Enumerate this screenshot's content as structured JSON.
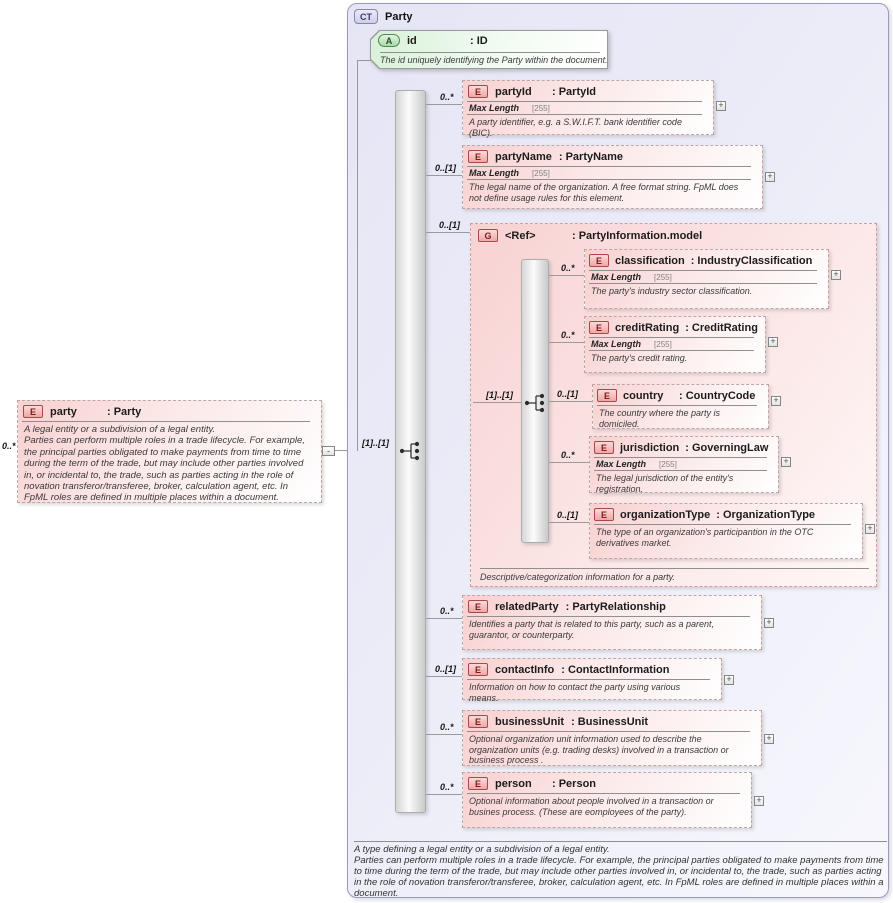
{
  "icons": {
    "expand_glyph": "+",
    "collapse_glyph": "-",
    "sequence": "sequence-compositor-icon"
  },
  "colors": {
    "container_lavender": "#e8e8f6",
    "element_pink": "#f8d0d0",
    "attribute_green": "#d9f0d9",
    "badge_border_red": "#a84848",
    "line_gray": "#9a9a9a"
  },
  "left_element": {
    "cardinality": "0..*",
    "badge": "E",
    "name": "party",
    "type": ": Party",
    "desc_line1": "A legal entity or a subdivision of a legal entity.",
    "desc_rest": "Parties can perform multiple roles in a trade lifecycle. For example, the principal parties obligated to make payments from time to time during the term of the trade, but may include other parties involved in, or incidental to, the trade, such as parties acting in the role of novation transferor/transferee, broker, calculation agent, etc. In FpML roles are defined in multiple places within a document."
  },
  "complex_type": {
    "badge": "CT",
    "title": "Party",
    "model_cardinality": "[1]..[1]",
    "attribute": {
      "badge": "A",
      "name": "id",
      "type": ": ID",
      "description": "The id uniquely identifying the Party within the document."
    },
    "children": {
      "partyId": {
        "cardinality": "0..*",
        "badge": "E",
        "name": "partyId",
        "type": ": PartyId",
        "facet_label": "Max Length",
        "facet_value": "[255]",
        "description": "A party identifier, e.g. a S.W.I.F.T. bank identifier code (BIC)."
      },
      "partyName": {
        "cardinality": "0..[1]",
        "badge": "E",
        "name": "partyName",
        "type": ": PartyName",
        "facet_label": "Max Length",
        "facet_value": "[255]",
        "description": "The legal name of the organization. A free format string. FpML does not define usage rules for this element."
      },
      "relatedParty": {
        "cardinality": "0..*",
        "badge": "E",
        "name": "relatedParty",
        "type": ": PartyRelationship",
        "description": "Identifies a party that is related to this party, such as a parent, guarantor, or counterparty."
      },
      "contactInfo": {
        "cardinality": "0..[1]",
        "badge": "E",
        "name": "contactInfo",
        "type": ": ContactInformation",
        "description": "Information on how to contact the party using various means."
      },
      "businessUnit": {
        "cardinality": "0..*",
        "badge": "E",
        "name": "businessUnit",
        "type": ": BusinessUnit",
        "description": "Optional organization unit information used to describe the organization units (e.g. trading desks) involved in a transaction or business process ."
      },
      "person": {
        "cardinality": "0..*",
        "badge": "E",
        "name": "person",
        "type": ": Person",
        "description": "Optional information about people involved in a transaction or busines process. (These are eomployees of the party)."
      }
    },
    "group": {
      "cardinality": "0..[1]",
      "badge": "G",
      "name": "<Ref>",
      "type": ": PartyInformation.model",
      "model_cardinality": "[1]..[1]",
      "footer": "Descriptive/categorization information for a party.",
      "children": {
        "classification": {
          "cardinality": "0..*",
          "badge": "E",
          "name": "classification",
          "type": ": IndustryClassification",
          "facet_label": "Max Length",
          "facet_value": "[255]",
          "description": "The party's industry sector classification."
        },
        "creditRating": {
          "cardinality": "0..*",
          "badge": "E",
          "name": "creditRating",
          "type": ": CreditRating",
          "facet_label": "Max Length",
          "facet_value": "[255]",
          "description": "The party's credit rating."
        },
        "country": {
          "cardinality": "0..[1]",
          "badge": "E",
          "name": "country",
          "type": ": CountryCode",
          "description": "The country where the party is domiciled."
        },
        "jurisdiction": {
          "cardinality": "0..*",
          "badge": "E",
          "name": "jurisdiction",
          "type": ": GoverningLaw",
          "facet_label": "Max Length",
          "facet_value": "[255]",
          "description": "The legal jurisdiction of the entity's registration."
        },
        "organizationType": {
          "cardinality": "0..[1]",
          "badge": "E",
          "name": "organizationType",
          "type": ": OrganizationType",
          "description": "The type of an organization's participantion in the OTC derivatives market."
        }
      }
    },
    "footer_line1": "A type defining a legal entity or a subdivision of a legal entity.",
    "footer_rest": "Parties can perform multiple roles in a trade lifecycle. For example, the principal parties obligated to make payments from time to time during the term of the trade, but may include other parties involved in, or incidental to, the trade, such as parties acting in the role of novation transferor/transferee, broker, calculation agent, etc. In FpML roles are defined in multiple places within a document."
  }
}
